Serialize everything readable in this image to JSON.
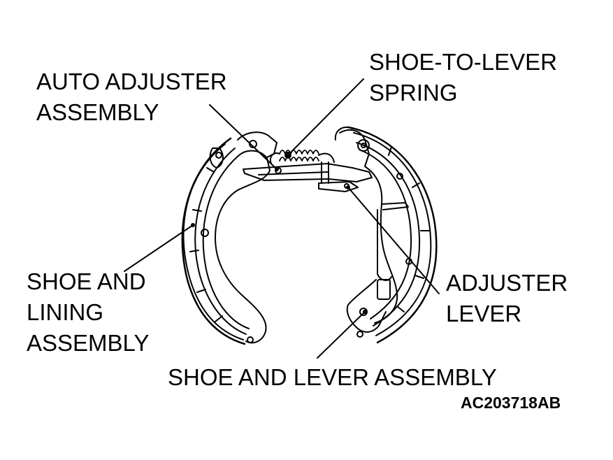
{
  "labels": {
    "auto_adjuster": [
      "AUTO ADJUSTER",
      "ASSEMBLY"
    ],
    "shoe_to_lever_spring": [
      "SHOE-TO-LEVER",
      "SPRING"
    ],
    "shoe_and_lining": [
      "SHOE AND",
      "LINING",
      "ASSEMBLY"
    ],
    "adjuster_lever": [
      "ADJUSTER",
      "LEVER"
    ],
    "shoe_and_lever_assembly": "SHOE AND LEVER ASSEMBLY"
  },
  "figure_code": "AC203718AB"
}
